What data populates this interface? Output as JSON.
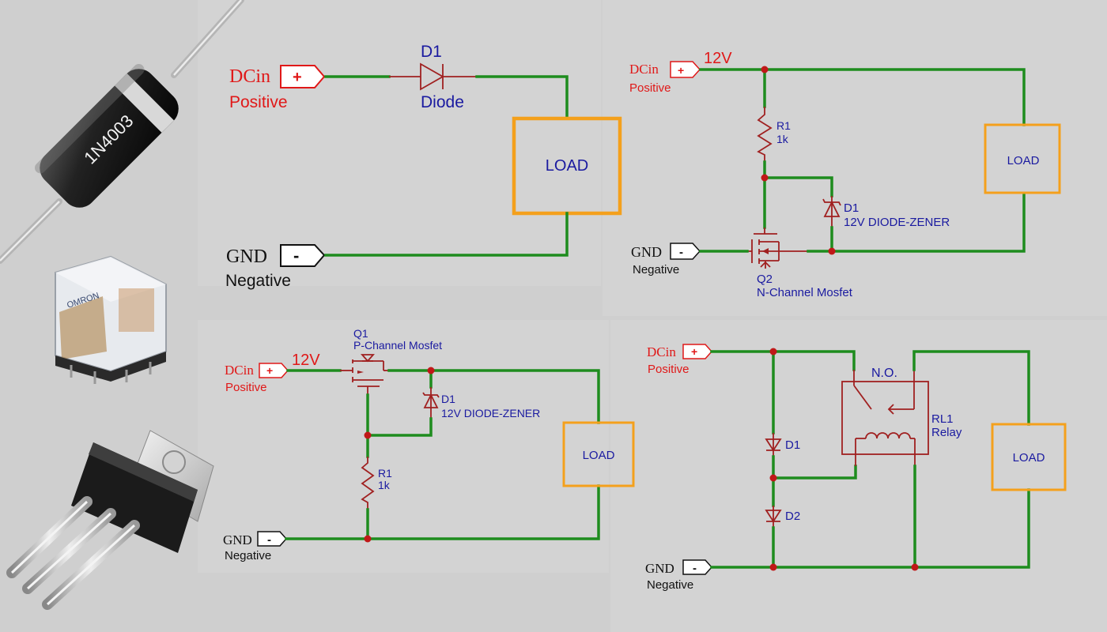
{
  "colors": {
    "wire": "#1e8c1e",
    "component": "#a02020",
    "load_border": "#f4a01c",
    "label_red": "#e01818",
    "label_blue": "#1a1aa0"
  },
  "components_photos": [
    {
      "name": "diode-photo",
      "marking": "1N4003"
    },
    {
      "name": "relay-photo",
      "marking": "OMRON"
    },
    {
      "name": "mosfet-photo",
      "marking": ""
    }
  ],
  "circuit_diode": {
    "dcin": "DCin",
    "plus": "+",
    "positive": "Positive",
    "gnd": "GND",
    "minus": "-",
    "negative": "Negative",
    "ref": "D1",
    "type": "Diode",
    "load": "LOAD"
  },
  "circuit_nmos": {
    "dcin": "DCin",
    "plus": "+",
    "voltage": "12V",
    "positive": "Positive",
    "gnd": "GND",
    "minus": "-",
    "negative": "Negative",
    "r_ref": "R1",
    "r_val": "1k",
    "d_ref": "D1",
    "d_type": "12V DIODE-ZENER",
    "q_ref": "Q2",
    "q_type": "N-Channel Mosfet",
    "load": "LOAD"
  },
  "circuit_pmos": {
    "dcin": "DCin",
    "plus": "+",
    "voltage": "12V",
    "positive": "Positive",
    "gnd": "GND",
    "minus": "-",
    "negative": "Negative",
    "q_ref": "Q1",
    "q_type": "P-Channel Mosfet",
    "d_ref": "D1",
    "d_type": "12V DIODE-ZENER",
    "r_ref": "R1",
    "r_val": "1k",
    "load": "LOAD"
  },
  "circuit_relay": {
    "dcin": "DCin",
    "plus": "+",
    "positive": "Positive",
    "gnd": "GND",
    "minus": "-",
    "negative": "Negative",
    "no": "N.O.",
    "rl_ref": "RL1",
    "rl_type": "Relay",
    "d1": "D1",
    "d2": "D2",
    "load": "LOAD"
  }
}
